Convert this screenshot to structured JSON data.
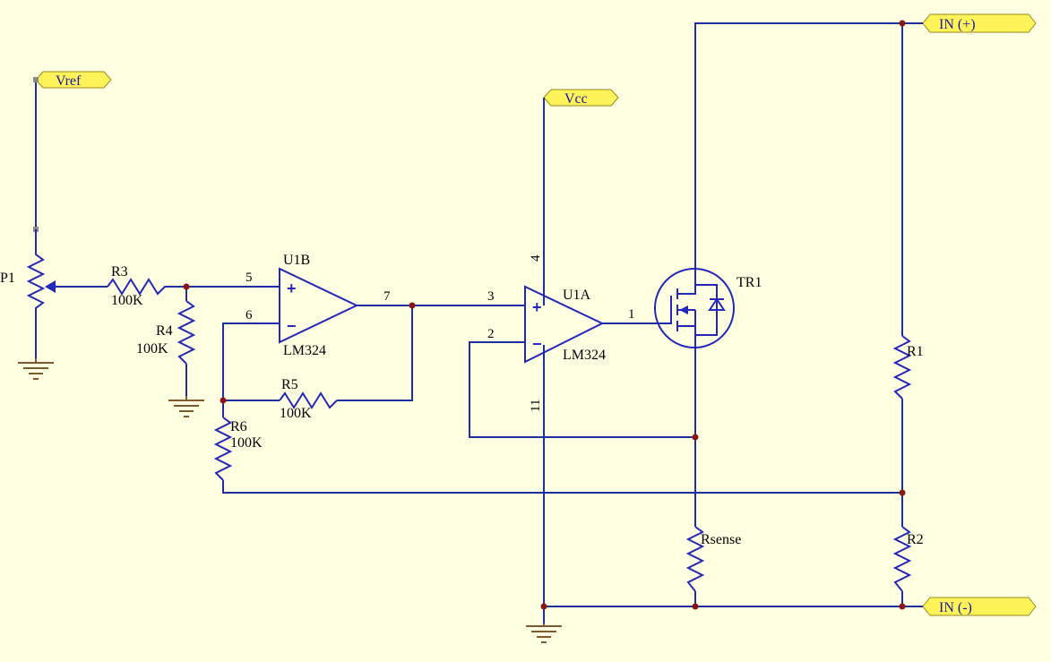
{
  "ports": {
    "vref": "Vref",
    "vcc": "Vcc",
    "in_pos": "IN (+)",
    "in_neg": "IN (-)"
  },
  "components": {
    "p1": {
      "designator": "P1"
    },
    "r3": {
      "designator": "R3",
      "value": "100K"
    },
    "r4": {
      "designator": "R4",
      "value": "100K"
    },
    "r5": {
      "designator": "R5",
      "value": "100K"
    },
    "r6": {
      "designator": "R6",
      "value": "100K"
    },
    "r1": {
      "designator": "R1"
    },
    "r2": {
      "designator": "R2"
    },
    "rsense": {
      "designator": "Rsense"
    },
    "u1b": {
      "designator": "U1B",
      "part": "LM324",
      "pin_noninv": "5",
      "pin_inv": "6",
      "pin_out": "7",
      "plus": "+",
      "minus": "−"
    },
    "u1a": {
      "designator": "U1A",
      "part": "LM324",
      "pin_noninv": "3",
      "pin_inv": "2",
      "pin_out": "1",
      "pin_vcc": "4",
      "pin_gnd": "11",
      "plus": "+",
      "minus": "−"
    },
    "tr1": {
      "designator": "TR1"
    }
  },
  "colors": {
    "background": "#FFFFE1",
    "wire": "#1E2FA0",
    "component": "#2428B8",
    "ground": "#7A5A2E",
    "junction": "#8B1414",
    "port_fill": "#FFF35A"
  }
}
